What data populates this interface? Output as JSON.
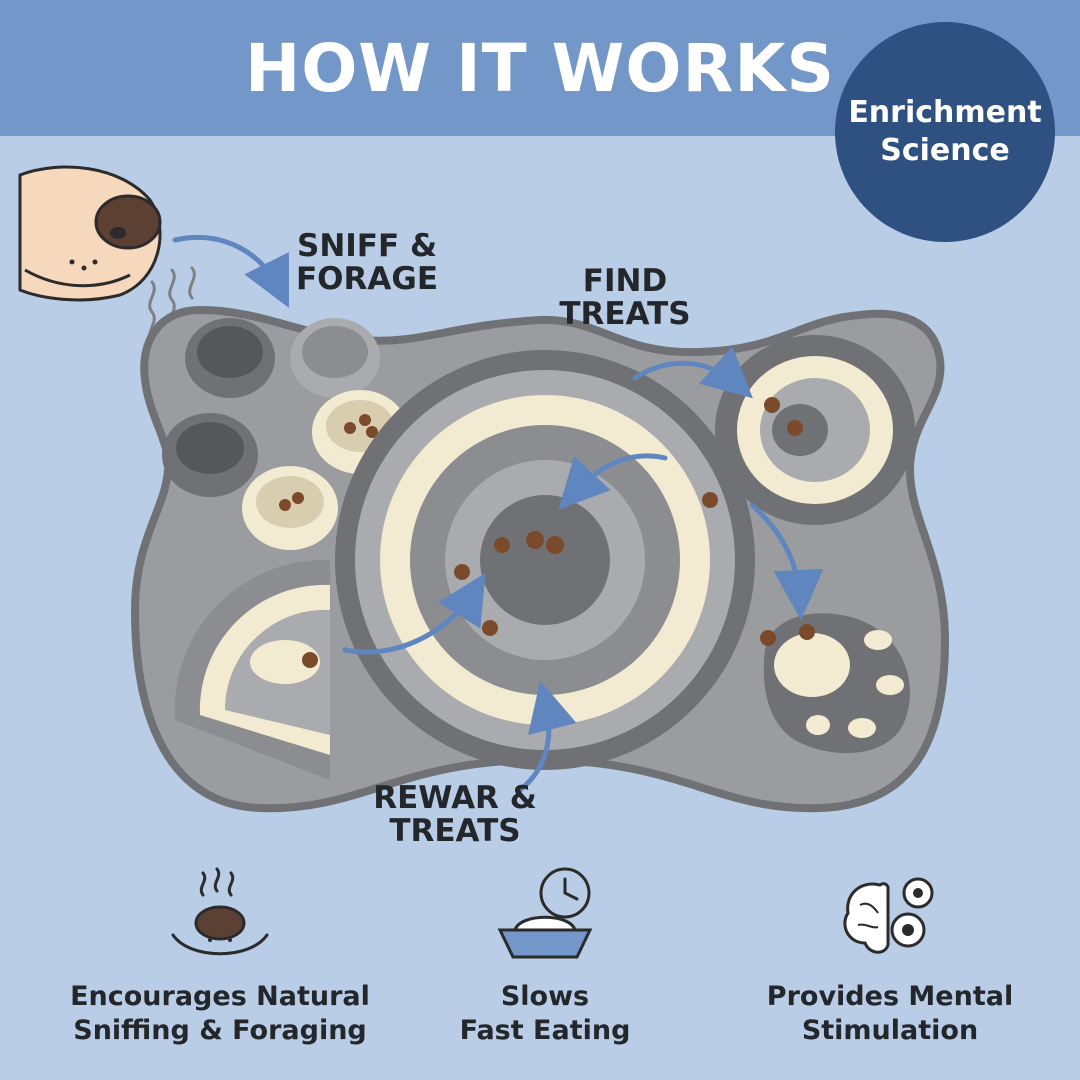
{
  "header": {
    "title": "HOW IT WORKS"
  },
  "badge": {
    "line1": "Enrichment",
    "line2": "Science"
  },
  "steps": {
    "sniff": {
      "line1": "SNIFF &",
      "line2": "FORAGE"
    },
    "find": {
      "line1": "FIND",
      "line2": "TREATS"
    },
    "reward": {
      "line1": "REWAR &",
      "line2": "TREATS"
    }
  },
  "benefits": [
    {
      "icon": "dog-nose-sniffing-icon",
      "line1": "Encourages Natural",
      "line2": "Sniffing & Foraging"
    },
    {
      "icon": "food-bowl-clock-icon",
      "line1": "Slows",
      "line2": "Fast Eating"
    },
    {
      "icon": "brain-gears-icon",
      "line1": "Provides Mental",
      "line2": "Stimulation"
    }
  ],
  "colors": {
    "background": "#b9cde6",
    "banner": "#7397c8",
    "badge": "#2f5182",
    "mat_gray": "#9a9c9f",
    "fleece_dark": "#6f7175",
    "fleece_cream": "#f3ead2",
    "arrow": "#5f86bf"
  }
}
